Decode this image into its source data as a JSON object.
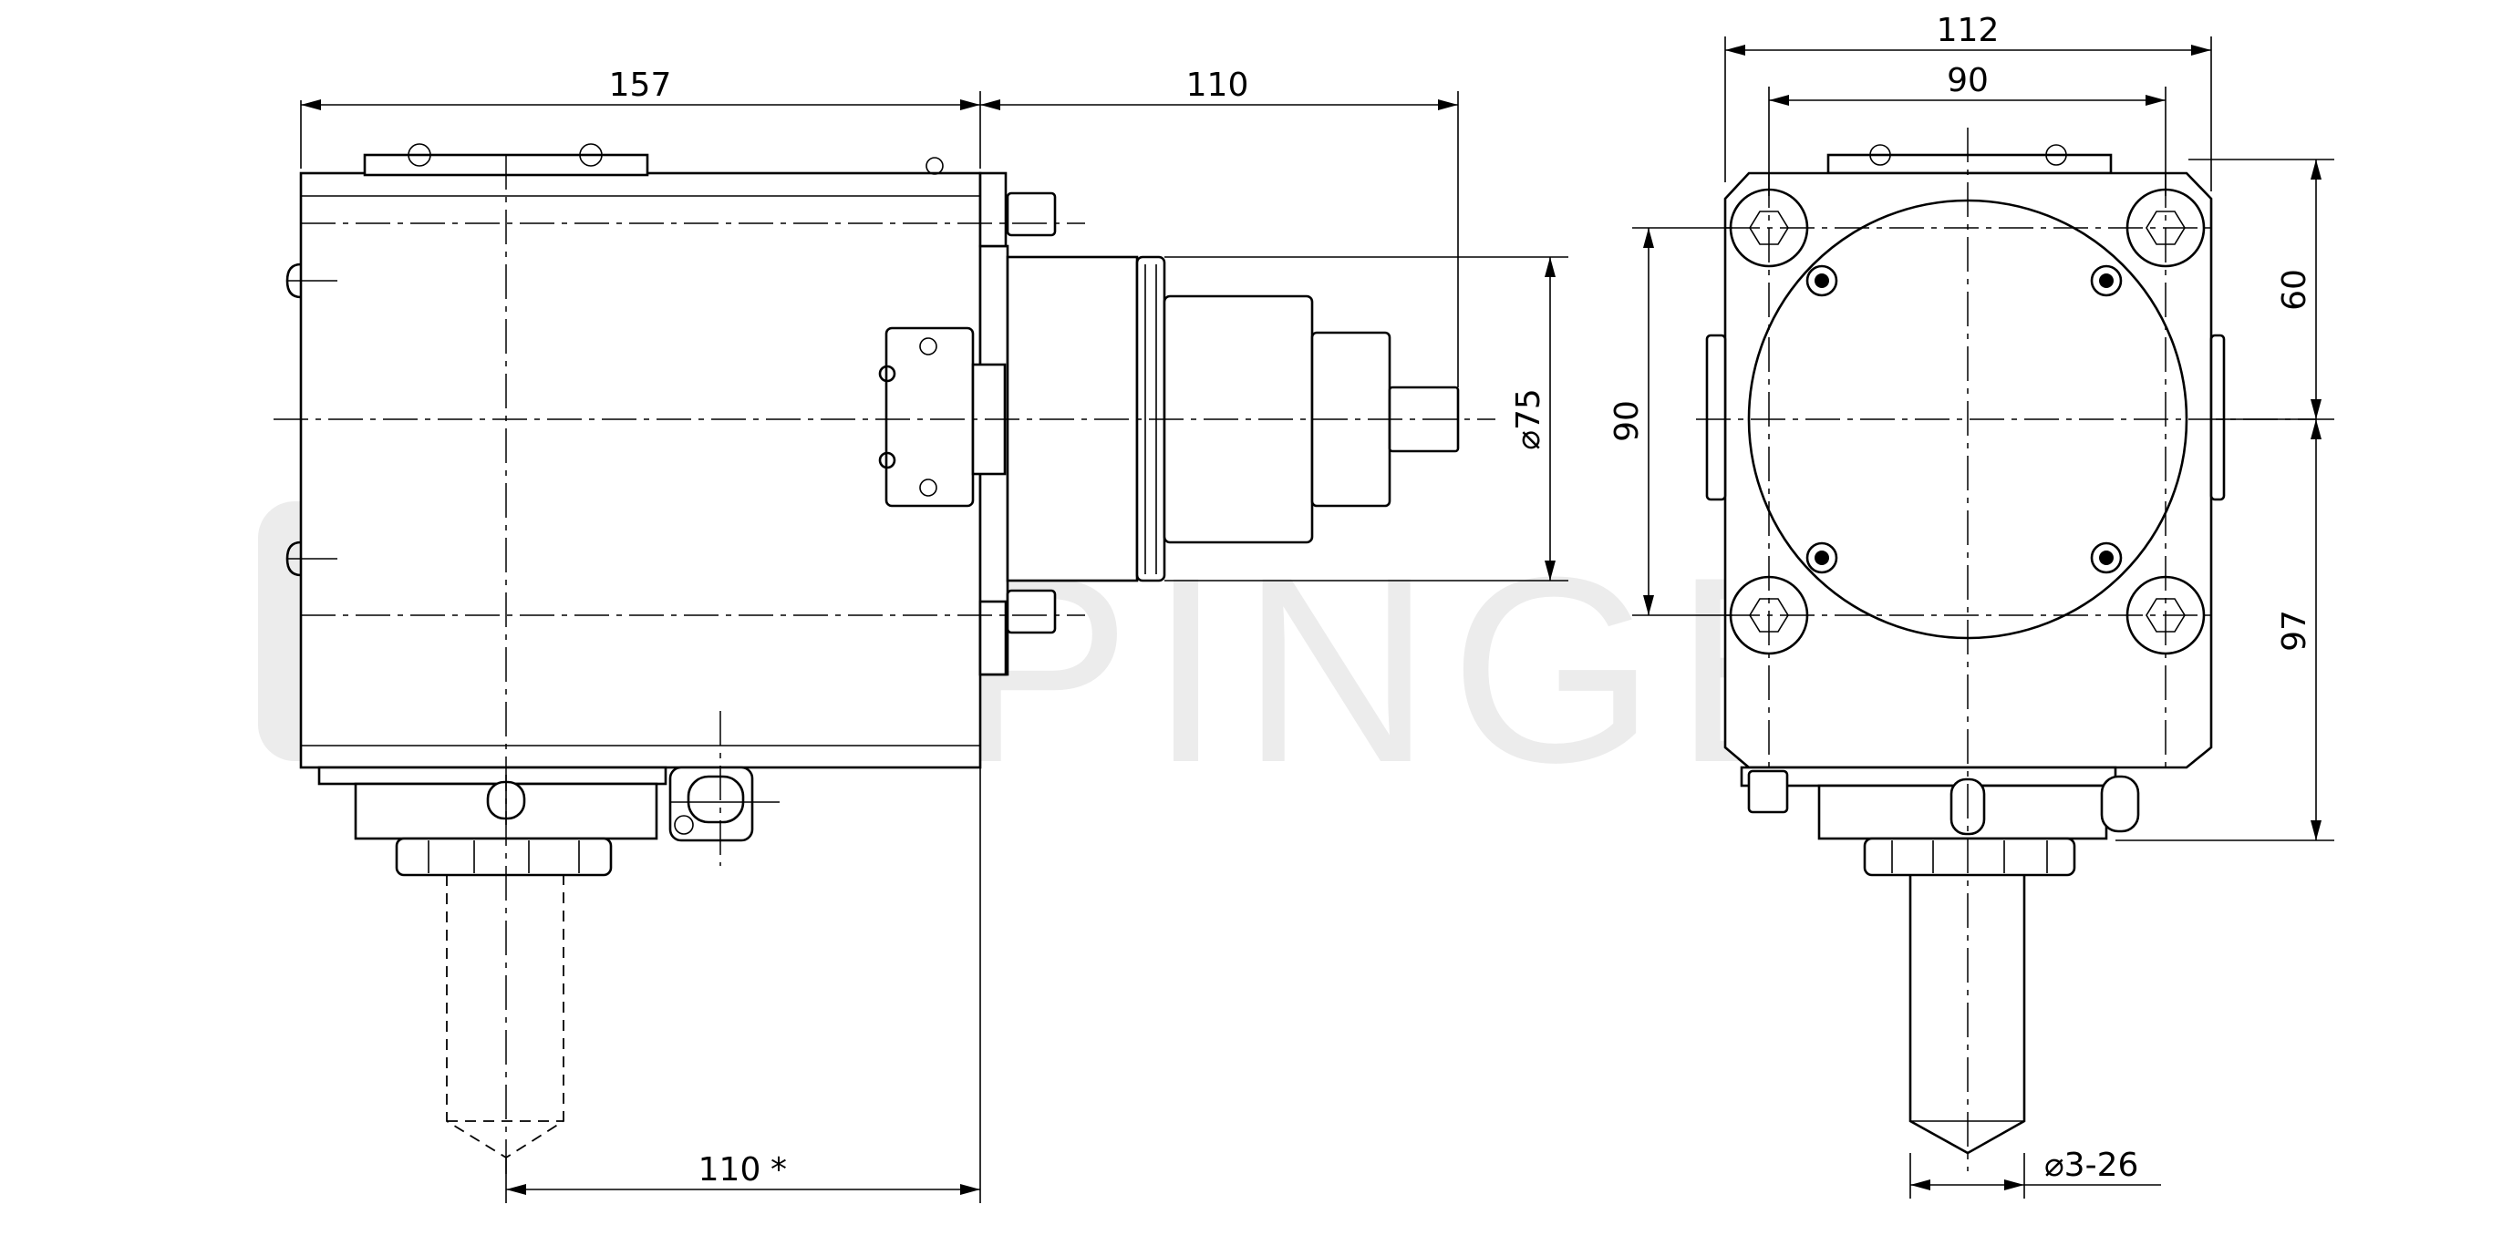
{
  "watermark": "EPPINGER",
  "dimensions": {
    "width_157": "157",
    "length_110_top": "110",
    "diameter_75": "⌀75",
    "length_110_bottom": "110",
    "length_110_bottom_mark": "*",
    "width_112": "112",
    "width_90_top": "90",
    "height_90_left": "90",
    "height_60": "60",
    "height_97": "97",
    "collet_range": "⌀3-26"
  },
  "colors": {
    "line": "#000000",
    "watermark": "#ececec",
    "background": "#ffffff"
  }
}
